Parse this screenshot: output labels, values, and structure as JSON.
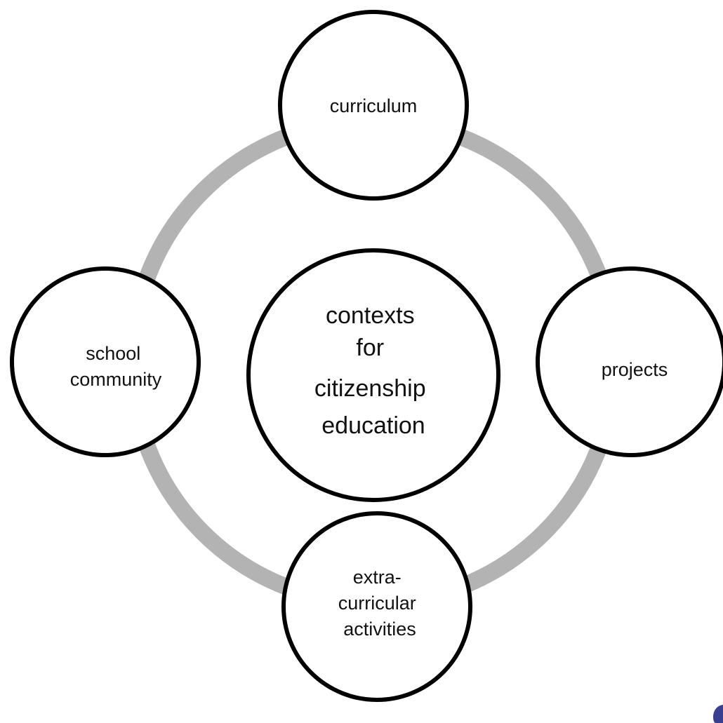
{
  "diagram": {
    "center": {
      "lines": [
        "contexts",
        "for",
        "citizenship",
        "education"
      ]
    },
    "nodes": {
      "top": {
        "lines": [
          "curriculum"
        ]
      },
      "right": {
        "lines": [
          "projects"
        ]
      },
      "bottom": {
        "lines": [
          "extra-",
          "curricular",
          "activities"
        ]
      },
      "left": {
        "lines": [
          "school",
          "community"
        ]
      }
    },
    "colors": {
      "ring": "#b3b3b3",
      "node_fill": "#ffffff",
      "node_stroke": "#000000",
      "text": "#111111",
      "corner_logo": "#3a3f8f"
    }
  }
}
